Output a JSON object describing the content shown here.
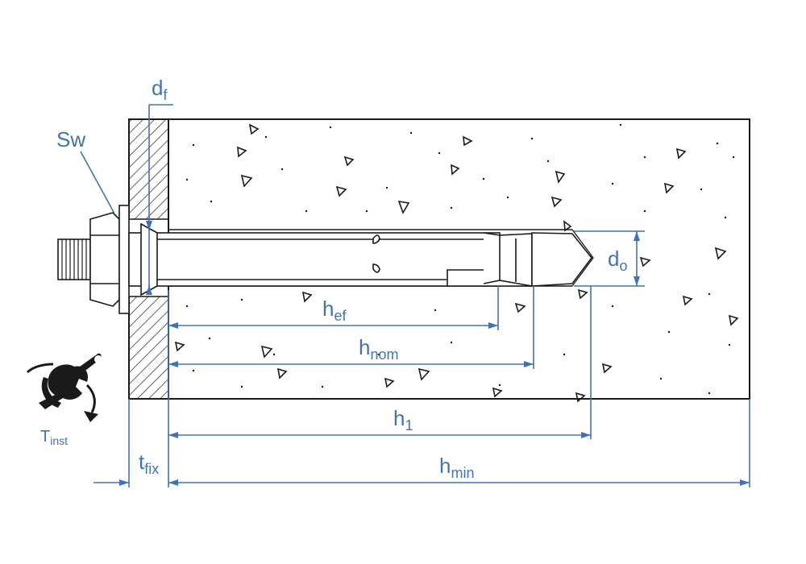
{
  "diagram": {
    "title": "Anchor bolt installation dimensions",
    "labels": {
      "df": {
        "main": "d",
        "sub": "f"
      },
      "sw": {
        "main": "Sw"
      },
      "do": {
        "main": "d",
        "sub": "o"
      },
      "hef": {
        "main": "h",
        "sub": "ef"
      },
      "hnom": {
        "main": "h",
        "sub": "nom"
      },
      "h1": {
        "main": "h",
        "sub": "1"
      },
      "tfix": {
        "main": "t",
        "sub": "fix"
      },
      "hmin": {
        "main": "h",
        "sub": "min"
      },
      "tinst": {
        "main": "T",
        "sub": "inst"
      }
    },
    "colors": {
      "dimension": "#3f73b8",
      "outline": "#1a1a1a",
      "tool": "#1a1a1a"
    },
    "icons": [
      "wrench-icon",
      "rotation-arrow-icon"
    ]
  }
}
